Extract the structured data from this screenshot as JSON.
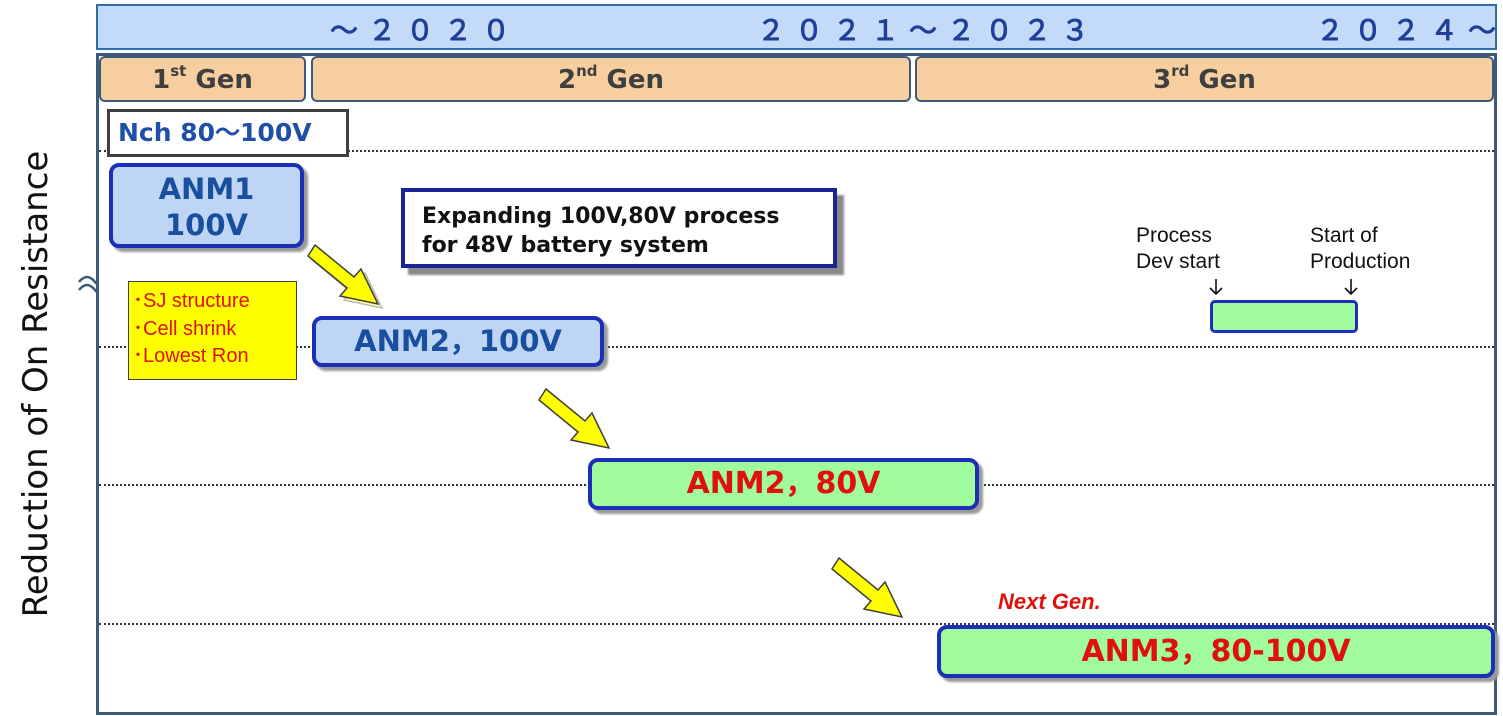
{
  "y_axis": {
    "label": "Reduction of On Resistance"
  },
  "timeline": {
    "periods": [
      "～２０２０",
      "２０２１～２０２３",
      "２０２４～"
    ]
  },
  "generations": [
    {
      "num": "1",
      "sup": "st",
      "label": "Gen"
    },
    {
      "num": "2",
      "sup": "nd",
      "label": "Gen"
    },
    {
      "num": "3",
      "sup": "rd",
      "label": "Gen"
    }
  ],
  "category_label": "Nch 80～100V",
  "products": {
    "anm1": [
      "ANM1",
      "100V"
    ],
    "anm2_100": "ANM2，100V",
    "anm2_80": "ANM2，80V",
    "anm3": "ANM3，80-100V"
  },
  "callout": [
    "Expanding 100V,80V process",
    "for 48V battery system"
  ],
  "features": [
    "･SJ structure",
    "･Cell shrink",
    "･Lowest Ron"
  ],
  "legend": {
    "start_label": "Process\nDev start",
    "end_label": "Start of\nProduction"
  },
  "next_gen_label": "Next Gen.",
  "colors": {
    "timeline_bg": "#c3dbf9",
    "gen_bg": "#f6cea0",
    "blue_box": "#bed6f4",
    "green_box": "#a0fc9c",
    "border_blue": "#1b2fb8",
    "red_text": "#e0100c",
    "arrow_fill": "#ffff00"
  }
}
